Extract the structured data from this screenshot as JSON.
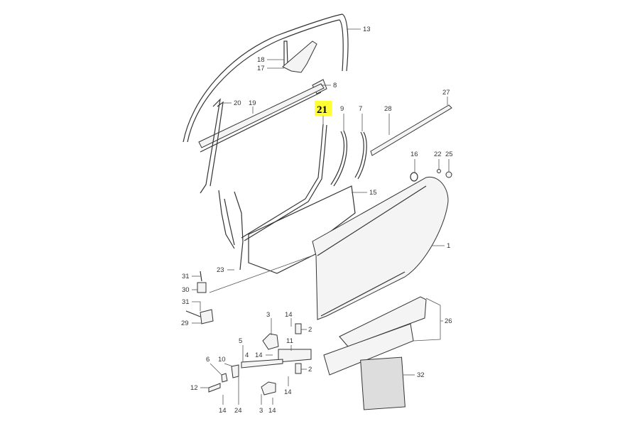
{
  "diagram": {
    "highlight_color": "#ffff33",
    "highlighted_part": "21",
    "callouts": [
      "13",
      "18",
      "17",
      "8",
      "20",
      "19",
      "21",
      "9",
      "7",
      "28",
      "27",
      "16",
      "22",
      "25",
      "15",
      "1",
      "23",
      "31",
      "30",
      "31",
      "29",
      "3",
      "14",
      "2",
      "5",
      "11",
      "4",
      "14",
      "2",
      "6",
      "10",
      "12",
      "14",
      "24",
      "3",
      "14",
      "14",
      "26",
      "32"
    ]
  }
}
